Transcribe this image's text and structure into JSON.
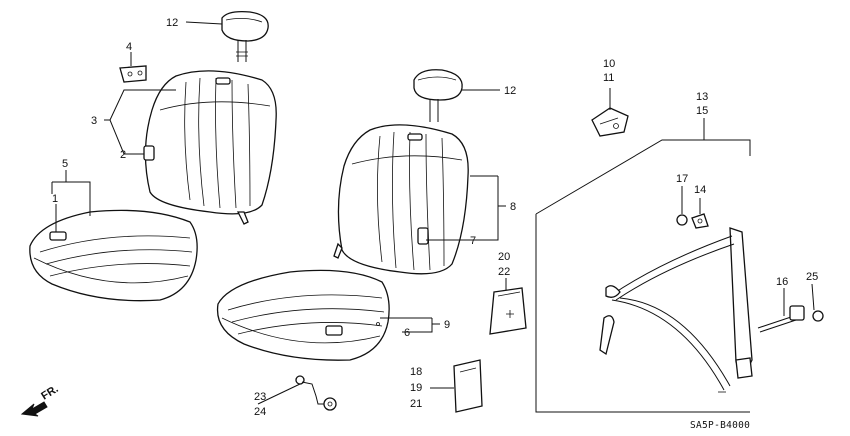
{
  "callouts": {
    "c1": "1",
    "c2": "2",
    "c3": "3",
    "c4": "4",
    "c5": "5",
    "c6": "6",
    "c7": "7",
    "c8": "8",
    "c9": "9",
    "c10": "10",
    "c11": "11",
    "c12a": "12",
    "c12b": "12",
    "c13": "13",
    "c14": "14",
    "c15": "15",
    "c16": "16",
    "c17": "17",
    "c18": "18",
    "c19": "19",
    "c20": "20",
    "c21": "21",
    "c22": "22",
    "c23": "23",
    "c24": "24",
    "c25": "25"
  },
  "direction_label": "FR.",
  "diagram_code": "SA5P-B4000"
}
